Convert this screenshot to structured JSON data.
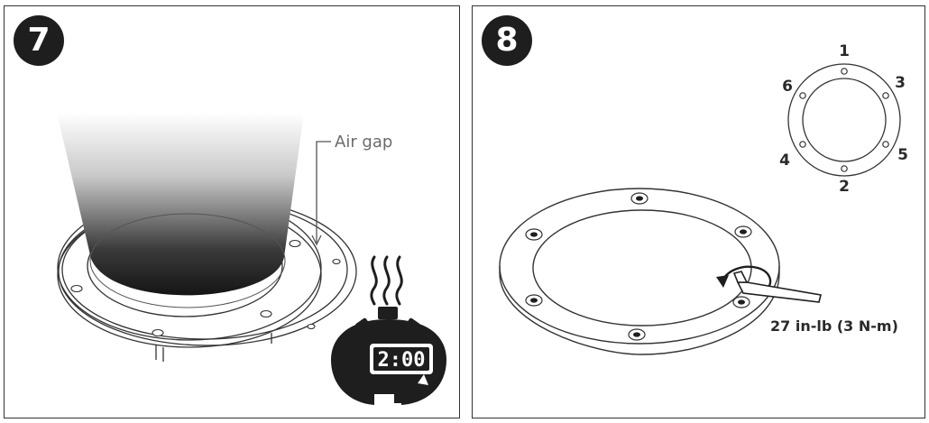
{
  "step7": {
    "number": "7",
    "air_gap_label": "Air gap",
    "timer_display": "2:00"
  },
  "step8": {
    "number": "8",
    "sequence": [
      {
        "label": "1"
      },
      {
        "label": "2"
      },
      {
        "label": "3"
      },
      {
        "label": "4"
      },
      {
        "label": "5"
      },
      {
        "label": "6"
      }
    ],
    "torque_label": "27 in-lb (3 N-m)"
  },
  "colors": {
    "line": "#333333",
    "badge": "#1e1e1e",
    "label": "#6b6b6b"
  }
}
